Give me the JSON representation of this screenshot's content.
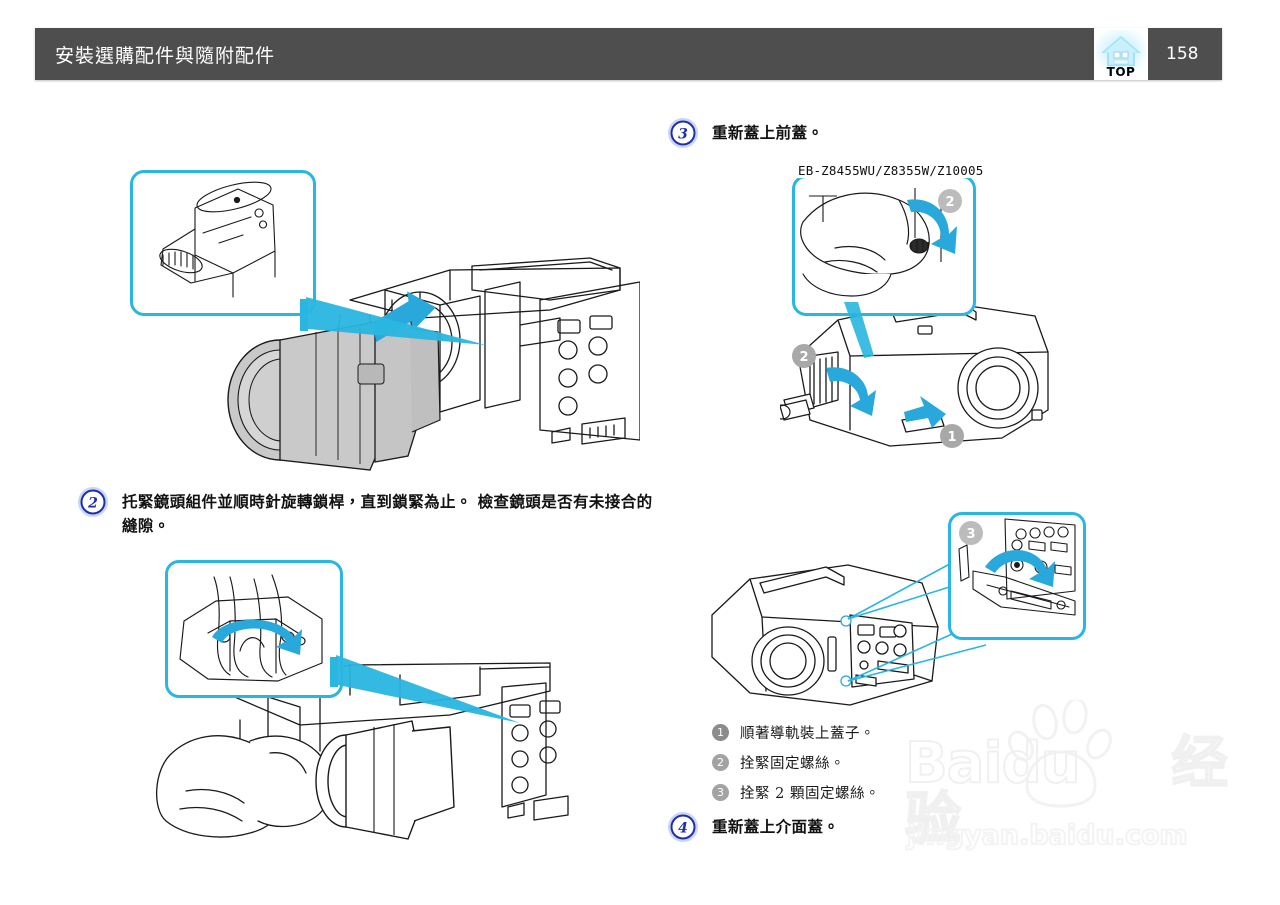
{
  "header": {
    "title": "安裝選購配件與隨附配件",
    "top_button_label": "TOP",
    "top_button_icon": "home-house-icon",
    "page_number": "158"
  },
  "accent_colors": {
    "header_bar": "#4e4e4e",
    "callout_border": "#29b6e0",
    "arrow_blue": "#29a8dc",
    "step_circle": "#1f2fa8",
    "sub_badge_gray": "#8c8c8c",
    "line_art": "#1a1a1a",
    "watermark": "#e6e6e6"
  },
  "steps": [
    {
      "number": "2",
      "badge_icon": "circled-number-icon",
      "text": "托緊鏡頭組件並順時針旋轉鎖桿，直到鎖緊為止。 檢查鏡頭是否有未接合的縫隙。"
    },
    {
      "number": "3",
      "badge_icon": "circled-number-icon",
      "text": "重新蓋上前蓋。"
    },
    {
      "number": "4",
      "badge_icon": "circled-number-icon",
      "text": "重新蓋上介面蓋。"
    }
  ],
  "figures": {
    "lens_mount": {
      "name": "lens-insertion-figure",
      "callout_label": "lens-detail-callout",
      "arrow": "insert-arrow"
    },
    "lock_lever": {
      "name": "lock-lever-figure",
      "callout_label": "lock-lever-detail-callout",
      "arrow": "rotate-clockwise-arrow"
    },
    "front_cover": {
      "name": "front-cover-figure",
      "model_label": "EB-Z8455WU/Z8355W/Z10005",
      "markers": [
        "1",
        "2"
      ]
    },
    "interface_cover": {
      "name": "interface-cover-figure",
      "markers": [
        "3"
      ]
    }
  },
  "sub_list": {
    "items": [
      {
        "marker": "1",
        "text": "順著導軌裝上蓋子。"
      },
      {
        "marker": "2",
        "text": "拴緊固定螺絲。"
      },
      {
        "marker": "3",
        "text": "拴緊 2 顆固定螺絲。"
      }
    ]
  },
  "watermark": {
    "brand": "Baidu",
    "brand_cn": "经验",
    "url": "jingyan.baidu.com",
    "paw_icon": "paw-print-icon"
  }
}
